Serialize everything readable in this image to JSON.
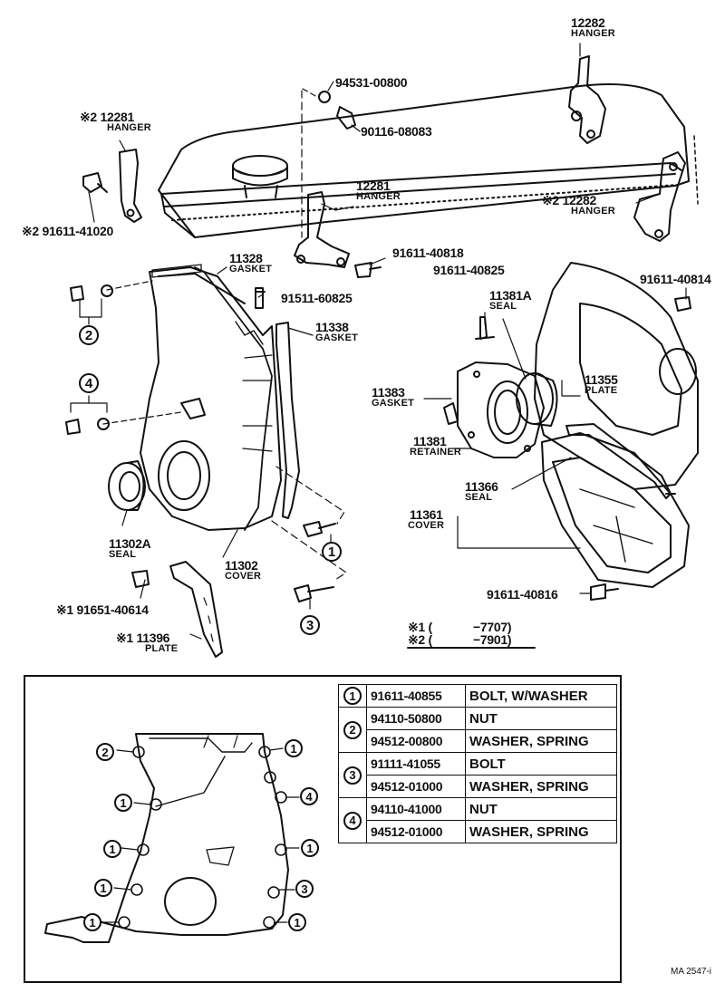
{
  "callouts": [
    {
      "id": "12282_top",
      "part": "12282",
      "sub": "HANGER"
    },
    {
      "id": "94531",
      "part": "94531-00800"
    },
    {
      "id": "90116",
      "part": "90116-08083"
    },
    {
      "id": "12281_left",
      "part": "※2 12281",
      "sub": "HANGER"
    },
    {
      "id": "91611_41020",
      "part": "※2  91611-41020"
    },
    {
      "id": "12281_mid",
      "part": "12281",
      "sub": "HANGER"
    },
    {
      "id": "12282_right",
      "part": "※2  12282",
      "sub": "HANGER"
    },
    {
      "id": "91611_40818",
      "part": "91611-40818"
    },
    {
      "id": "11328",
      "part": "11328",
      "sub": "GASKET"
    },
    {
      "id": "91511_60825",
      "part": "91511-60825"
    },
    {
      "id": "11338",
      "part": "11338",
      "sub": "GASKET"
    },
    {
      "id": "91611_40825",
      "part": "91611-40825"
    },
    {
      "id": "91611_40814",
      "part": "91611-40814"
    },
    {
      "id": "11381A",
      "part": "11381A",
      "sub": "SEAL"
    },
    {
      "id": "11355",
      "part": "11355",
      "sub": "PLATE"
    },
    {
      "id": "11383",
      "part": "11383",
      "sub": "GASKET"
    },
    {
      "id": "11381",
      "part": "11381",
      "sub": "RETAINER"
    },
    {
      "id": "11366",
      "part": "11366",
      "sub": "SEAL"
    },
    {
      "id": "11361",
      "part": "11361",
      "sub": "COVER"
    },
    {
      "id": "11302A",
      "part": "11302A",
      "sub": "SEAL"
    },
    {
      "id": "11302",
      "part": "11302",
      "sub": "COVER"
    },
    {
      "id": "91651",
      "part": "※1  91651-40614"
    },
    {
      "id": "11396",
      "part": "※1  11396",
      "sub": "PLATE"
    },
    {
      "id": "91611_40816",
      "part": "91611-40816"
    }
  ],
  "markers": {
    "one": "1",
    "two": "2",
    "three": "3",
    "four": "4"
  },
  "footnotes": [
    {
      "mark": "※1 (",
      "value": "−7707)"
    },
    {
      "mark": "※2 (",
      "value": "−7901)"
    }
  ],
  "legend": [
    {
      "key": "1",
      "part": "91611-40855",
      "desc": "BOLT, W/WASHER"
    },
    {
      "key": "2",
      "part": "94110-50800",
      "desc": "NUT"
    },
    {
      "key": "",
      "part": "94512-00800",
      "desc": "WASHER, SPRING"
    },
    {
      "key": "3",
      "part": "91111-41055",
      "desc": "BOLT"
    },
    {
      "key": "",
      "part": "94512-01000",
      "desc": "WASHER, SPRING"
    },
    {
      "key": "4",
      "part": "94110-41000",
      "desc": "NUT"
    },
    {
      "key": "",
      "part": "94512-01000",
      "desc": "WASHER, SPRING"
    }
  ],
  "diagram_code": "MA 2547-i",
  "colors": {
    "ink": "#111111",
    "paper": "#ffffff"
  }
}
